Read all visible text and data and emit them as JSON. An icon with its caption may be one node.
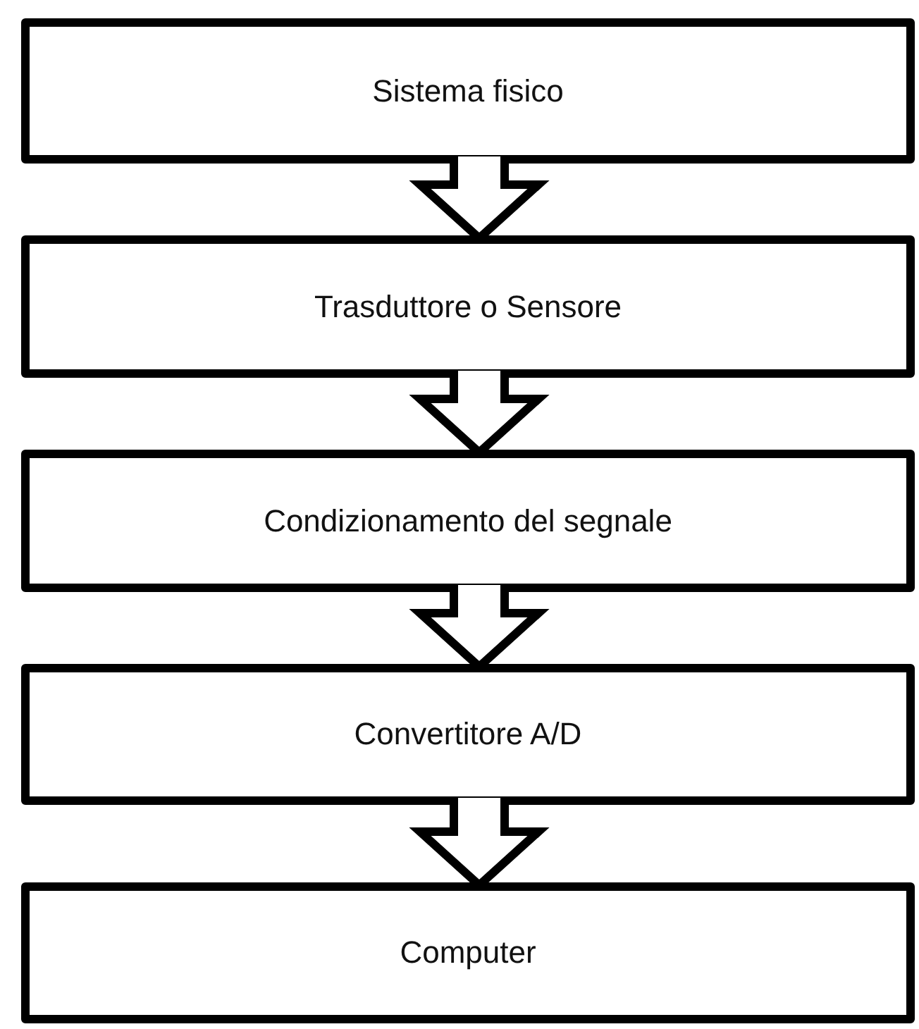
{
  "diagram": {
    "nodes": [
      {
        "text": [
          "Sistema fisico"
        ]
      },
      {
        "text": [
          "Trasduttore o Sensore"
        ]
      },
      {
        "text": [
          "Condizionamento del segnale"
        ]
      },
      {
        "text": [
          "Convertitore A/D"
        ]
      },
      {
        "text": [
          "Computer"
        ]
      }
    ],
    "edges": [
      {
        "from": 0,
        "to": 1,
        "arrow": "to"
      },
      {
        "from": 1,
        "to": 2,
        "arrow": "to"
      },
      {
        "from": 2,
        "to": 3,
        "arrow": "to"
      },
      {
        "from": 3,
        "to": 4,
        "arrow": "to"
      }
    ]
  }
}
